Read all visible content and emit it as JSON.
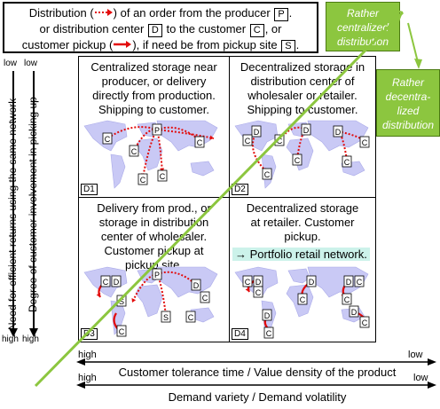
{
  "legend": {
    "l1a": "Distribution (",
    "l1b": ") of an order from the producer",
    "p": "P",
    "l2a": "or distribution center",
    "d": "D",
    "l2b": "to the customer",
    "c": "C",
    "l2c": ", or",
    "l3a": "customer pickup (",
    "l3b": "), if need be from pickup site",
    "s": "S"
  },
  "green_top": "Rather centralized distribution",
  "green_right": "Rather decentra-lized distribution",
  "left_axis": {
    "outer": "Need for efficient returns using the same network",
    "inner": "Degree of customer involvement in picking up",
    "low": "low",
    "high": "high"
  },
  "quadrants": {
    "d1": {
      "text": "Centralized storage near producer, or delivery directly from production. Shipping to customer.",
      "id": "D1"
    },
    "d2": {
      "text": "Decentralized storage in distribution center of wholesaler or retailer. Shipping to customer.",
      "id": "D2"
    },
    "d3": {
      "text": "Delivery from prod., or storage in distribution center of wholesaler. Customer pickup at pickup site.",
      "id": "D3"
    },
    "d4": {
      "text": "Decentralized storage at retailer. Customer pickup.",
      "highlight": "→ Portfolio retail network.",
      "id": "D4"
    }
  },
  "bottom": {
    "high": "high",
    "low": "low",
    "label1": "Customer tolerance time  /  Value density of the product",
    "label2": "Demand variety   /   Demand volatility"
  },
  "colors": {
    "map": "#c9c9f5",
    "red": "#e30b0b",
    "green": "#8cc63f"
  }
}
